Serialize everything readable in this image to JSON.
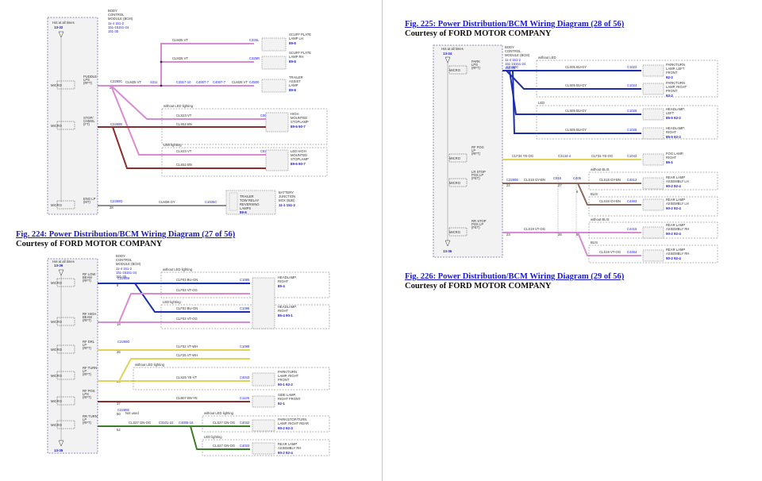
{
  "captions": {
    "fig224": "Fig. 224: Power Distribution/BCM Wiring Diagram (27 of 56)",
    "fig225": "Fig. 225: Power Distribution/BCM Wiring Diagram (28 of 56)",
    "fig226": "Fig. 226: Power Distribution/BCM Wiring Diagram (29 of 56)",
    "courtesy": "Courtesy of FORD MOTOR COMPANY"
  },
  "common": {
    "hot": "Hot at all times",
    "bcm": [
      "BODY",
      "CONTROL",
      "MODULE (BCM)"
    ],
    "micro": "MICRO"
  },
  "d27": {
    "bcm_codes": [
      "11-4  151-2",
      "151-15151-34",
      "151-35"
    ],
    "fuse": "13-32",
    "inputs": [
      "PUDDLE",
      "LPS",
      "(RFT)",
      "STOP/",
      "CHMSL",
      "(FT)",
      "ENG LP",
      "(MT)"
    ],
    "pins": [
      "C2280C",
      "26",
      "C2280E",
      "C2280D",
      "28"
    ],
    "circuits": [
      "CLM25  VT",
      "CLM25  VT",
      "CLM25  VT",
      "S311",
      "C3317-10",
      "C4007-7",
      "C4007-7",
      "CLM25  VT",
      "CLS23  VT",
      "CLS52  BN",
      "CLS23  VT",
      "CLS52  BN",
      "CLM28  GY"
    ],
    "connectors": [
      "C325L",
      "C325R",
      "C4500",
      "C904",
      "C8326",
      "C1035C"
    ],
    "notes": [
      "without LED lighting",
      "LED lighting"
    ],
    "loads": [
      [
        "SCUFF PLATE",
        "LAMP LH",
        "89-8"
      ],
      [
        "SCUFF PLATE",
        "LAMP RH",
        "89-8"
      ],
      [
        "TRAILER",
        "ASSIST",
        "LAMP",
        "89-8"
      ],
      [
        "HIGH",
        "MOUNTED",
        "STOPLAMP",
        "89-6  90-7"
      ],
      [
        "LED HIGH",
        "MOUNTED",
        "STOPLAMP",
        "89-6  90-7"
      ],
      [
        "BATTERY",
        "JUNCTION",
        "BOX (BJB)",
        "11-1  151-2"
      ]
    ],
    "trailer_inner": [
      "TRAILER",
      "TOW RELAY",
      "REVERSING",
      "LAMPS",
      "89-6"
    ]
  },
  "d28": {
    "bcm_codes": [
      "11-4  151-2",
      "151-15151-34",
      "151-35"
    ],
    "fuse": "13-36",
    "fuse_bottom": "13-35",
    "inputs": [
      "RF LOW",
      "BEAM",
      "(RFT)",
      "RF HIGH",
      "BEAM",
      "(RFT)",
      "RF DRL",
      "LP",
      "(RFT)",
      "RF TURN",
      "LP",
      "(RFT)",
      "RF POS",
      "LPS",
      "(RFT)",
      "RR TURN",
      "LP",
      "(RFT)"
    ],
    "pins": [
      "C2280B",
      "C2280D",
      "C2280C",
      "C2280E",
      "9",
      "18",
      "26",
      "29",
      "50",
      "51",
      "52",
      "37"
    ],
    "circuits": [
      "CLF03  BU-GN",
      "CLF03  VT-OG",
      "CLF03  BU-GN",
      "CLF03  VT-OG",
      "CLF02  VT-WH",
      "CLF25  VT-WH",
      "CLS25  YE-VT",
      "CLB07  BN-YE",
      "CLS27  GN-OG",
      "C3101-22",
      "C4005-16",
      "CLS27  GN-OG",
      "CLS27  GN-OG",
      "Not used"
    ],
    "connectors": [
      "C1085",
      "C1086",
      "C1088",
      "C4043",
      "C1126",
      "C4032",
      "C4033"
    ],
    "notes": [
      "without LED lighting",
      "LED lighting",
      "without LED lighting",
      "without LED lighting",
      "LED lighting"
    ],
    "loads": [
      [
        "HEADLAMP,",
        "RIGHT",
        "85-4"
      ],
      [
        "HEADLAMP,",
        "RIGHT",
        "85-4  90-1"
      ],
      [
        "PARK/TURN",
        "LAMP, RIGHT",
        "FRONT",
        "90-1  92-2"
      ],
      [
        "SIDE LAMP,",
        "RIGHT FRONT",
        "92-1"
      ],
      [
        "PARK/STOP/TURN",
        "LAMP, RIGHT REAR",
        "90-2  92-3"
      ],
      [
        "REAR LAMP",
        "ASSEMBLY RH",
        "90-2  92-4"
      ]
    ]
  },
  "d29": {
    "bcm_codes": [
      "11-4  151-2",
      "151-15151-34",
      "151-35"
    ],
    "fuse": "13-34",
    "fuse_bottom": "13-36",
    "inputs": [
      "PARK",
      "LPS",
      "(RFT)",
      "RF FOG",
      "LP",
      "(RFT)",
      "LR STOP",
      "POS LP",
      "(FET)",
      "RR STOP",
      "POS LP",
      "(FET)"
    ],
    "pins": [
      "C2280C",
      "C2280E",
      "C2280D",
      "24",
      "23",
      "27",
      "26",
      "6",
      "5",
      "4"
    ],
    "circuits": [
      "CLS05  BU-GY",
      "CLS05  BU-GY",
      "CLS05  BU-GY",
      "CLS05  BU-GY",
      "CLF34  YE-OG",
      "C3134-4",
      "CLF34  YE-OG",
      "CLS18  GY-BN",
      "C916",
      "C405",
      "CLS18  GY-BN",
      "CLS18  GY-BN",
      "CLS19  VT-OG",
      "CLS19  VT-OG"
    ],
    "connectors": [
      "C1023",
      "C1024",
      "C1026",
      "C1028",
      "C1043",
      "C4612",
      "C4463",
      "C4415",
      "C4464"
    ],
    "notes": [
      "without LED",
      "LED",
      "without BLIS",
      "BLIS",
      "without BLIS",
      "BLIS"
    ],
    "loads": [
      [
        "PARK/TURN",
        "LAMP, LEFT",
        "FRONT",
        "92-2"
      ],
      [
        "PARK/TURN",
        "LAMP, RIGHT",
        "FRONT",
        "92-2"
      ],
      [
        "HEADLAMP,",
        "LEFT",
        "85-5  92-2"
      ],
      [
        "HEADLAMP,",
        "RIGHT",
        "85-5  92-2"
      ],
      [
        "FOG LAMP,",
        "RIGHT",
        "86-1"
      ],
      [
        "REAR LAMP",
        "ASSEMBLY LH",
        "90-2  92-4"
      ],
      [
        "REAR LAMP",
        "ASSEMBLY LH",
        "90-2  92-4"
      ],
      [
        "REAR LAMP",
        "ASSEMBLY RH",
        "90-2  92-4"
      ],
      [
        "REAR LAMP",
        "ASSEMBLY RH",
        "90-2  92-4"
      ]
    ]
  },
  "colors": {
    "violet": "#d98ad3",
    "brown": "#8b2e2e",
    "gray": "#8f8f8f",
    "blue": "#1c2fb0",
    "yellow": "#e3d35a",
    "green": "#3c7d2a",
    "caption": "#1a1acc"
  }
}
